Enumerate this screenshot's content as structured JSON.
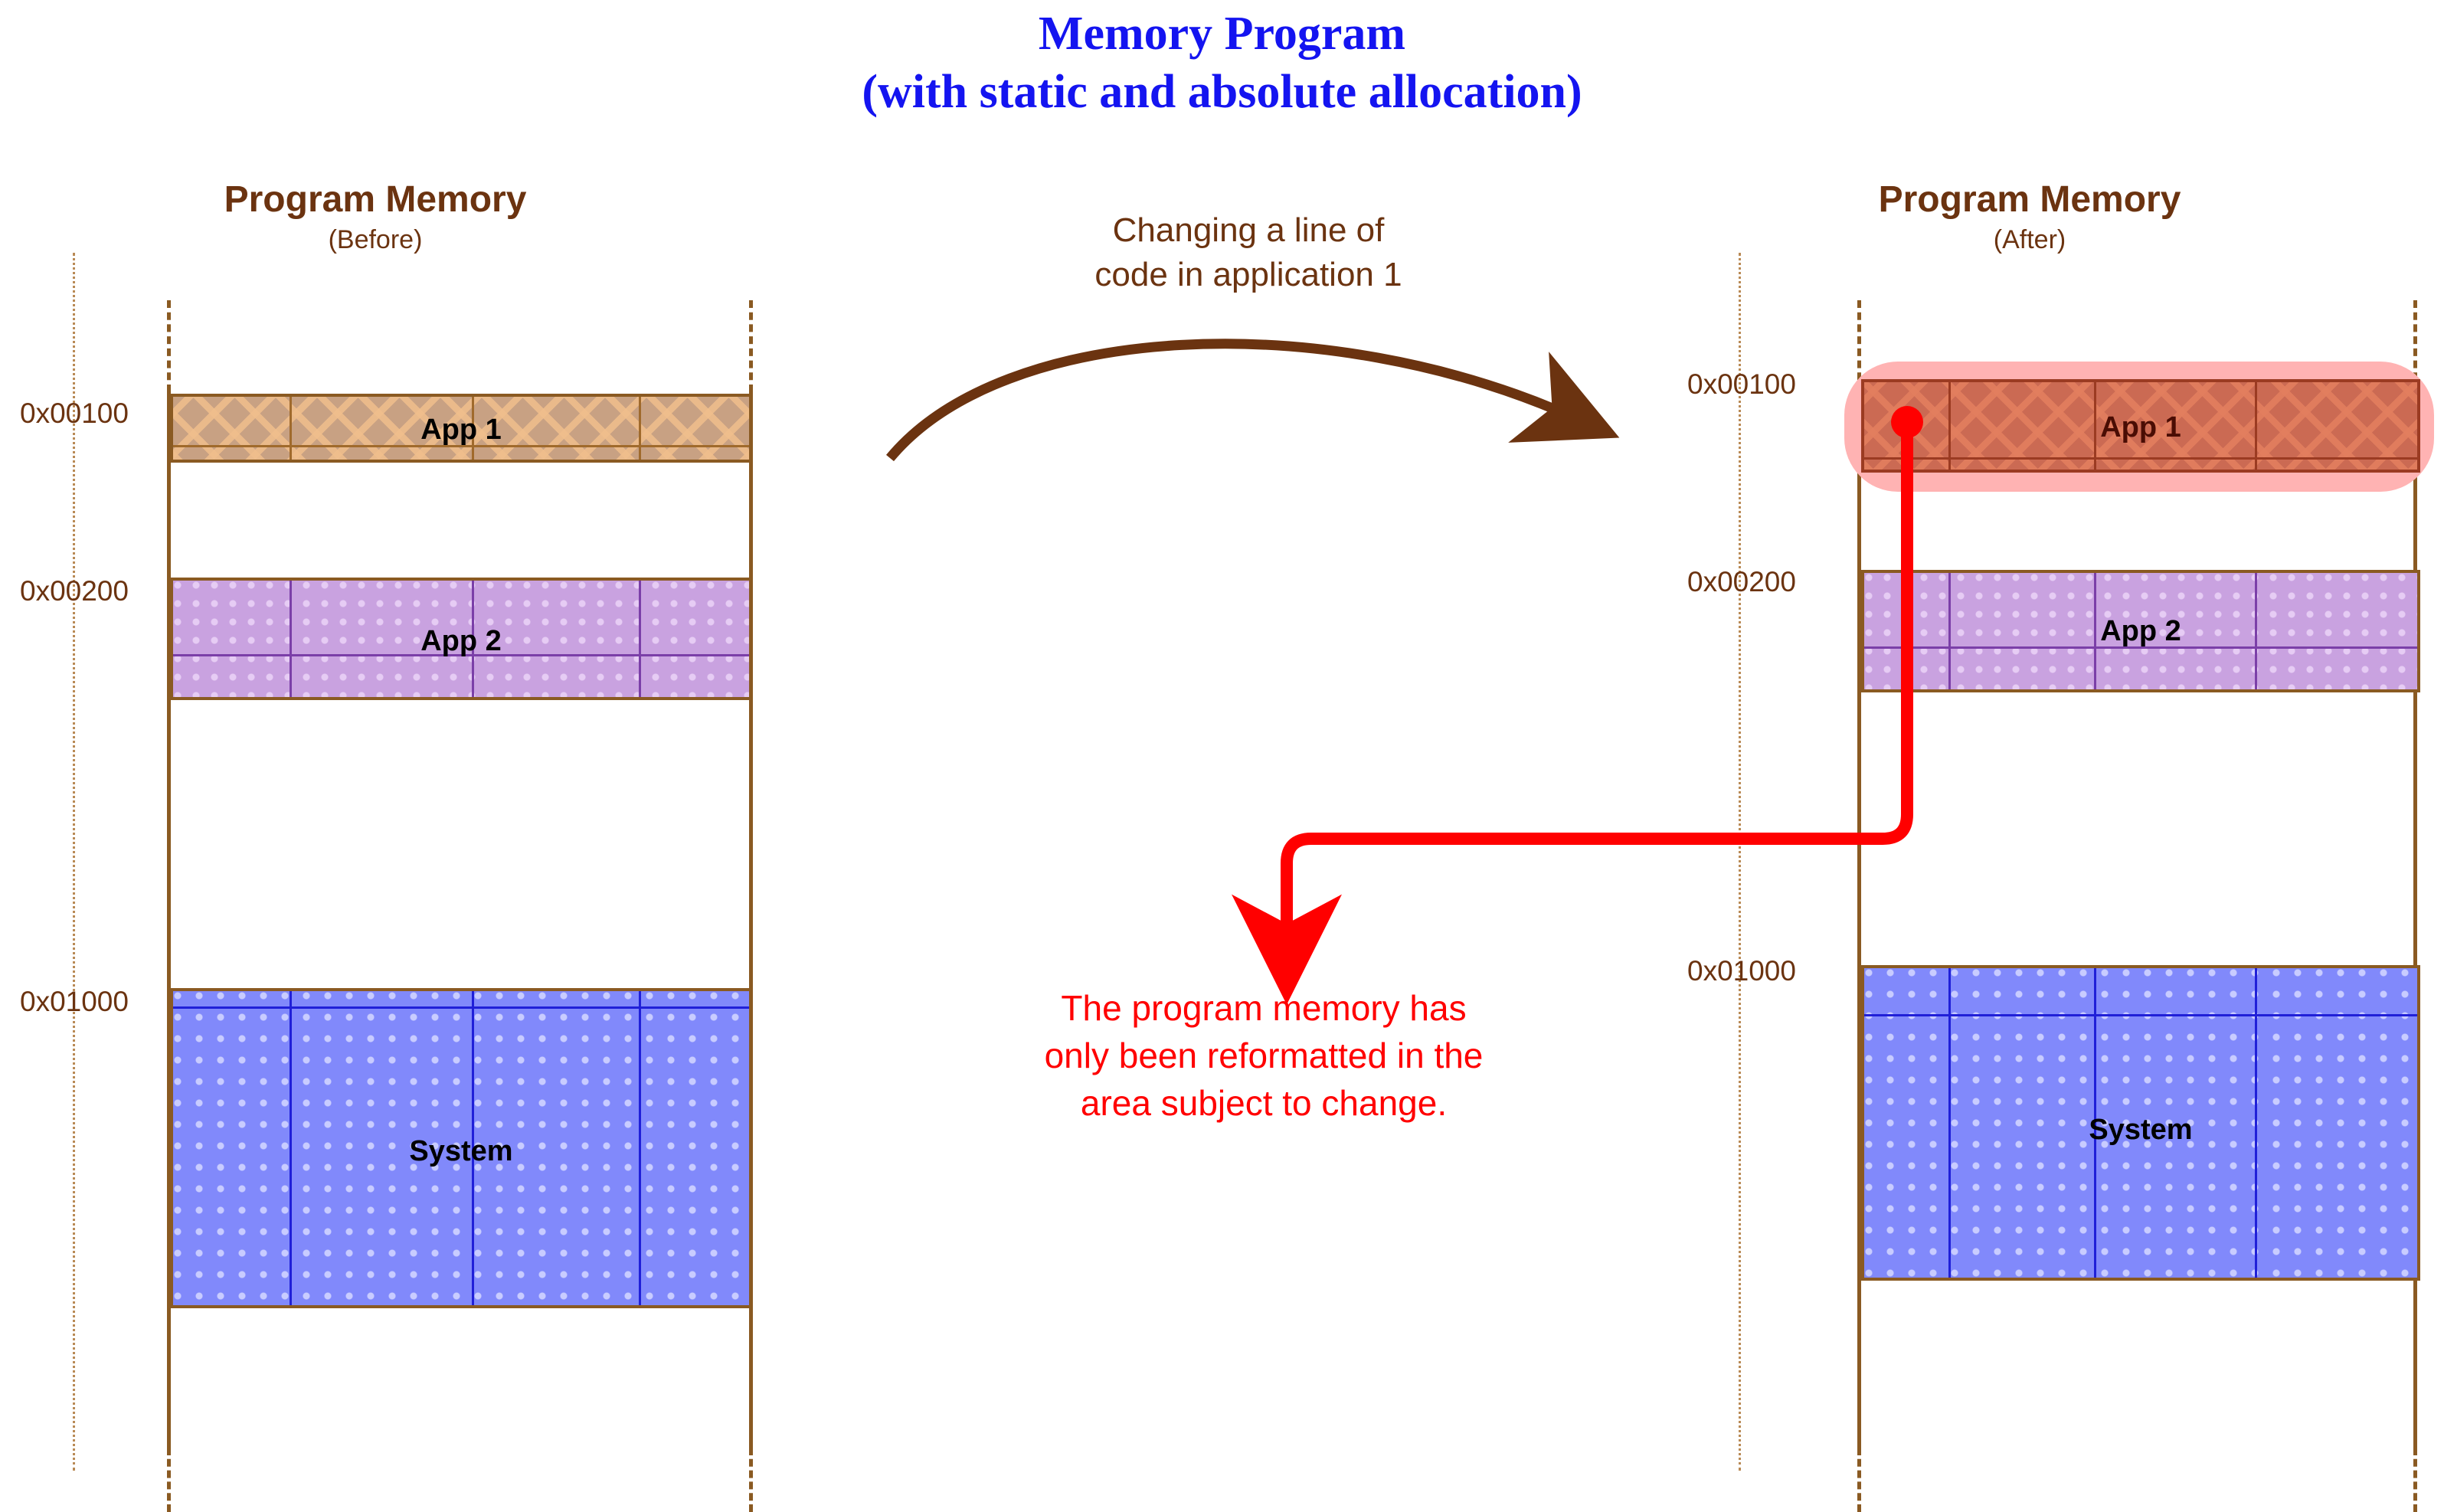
{
  "title": {
    "line1": "Memory Program",
    "line2": "(with static and absolute allocation)"
  },
  "colors": {
    "title": "#1414f0",
    "brown": "#6b3310",
    "rail": "#8a5a22",
    "red": "#ff0000",
    "halo": "#ffb3b3",
    "app1_before": "#c8a183",
    "app1_after": "#cb6a53",
    "app2": "#c9a2e0",
    "system": "#8189fb"
  },
  "columns": [
    {
      "id": "before",
      "heading": "Program Memory",
      "subheading": "(Before)",
      "addresses": [
        "0x00100",
        "0x00200",
        "0x01000"
      ],
      "blocks": [
        {
          "label": "App 1",
          "address": "0x00100"
        },
        {
          "label": "App 2",
          "address": "0x00200"
        },
        {
          "label": "System",
          "address": "0x01000"
        }
      ]
    },
    {
      "id": "after",
      "heading": "Program Memory",
      "subheading": "(After)",
      "addresses": [
        "0x00100",
        "0x00200",
        "0x01000"
      ],
      "blocks": [
        {
          "label": "App 1",
          "address": "0x00100"
        },
        {
          "label": "App 2",
          "address": "0x00200"
        },
        {
          "label": "System",
          "address": "0x01000"
        }
      ]
    }
  ],
  "middle_note": {
    "line1": "Changing a line of",
    "line2": "code in application 1"
  },
  "red_note": {
    "line1": "The program memory has",
    "line2": "only been reformatted in the",
    "line3": "area subject to change."
  }
}
